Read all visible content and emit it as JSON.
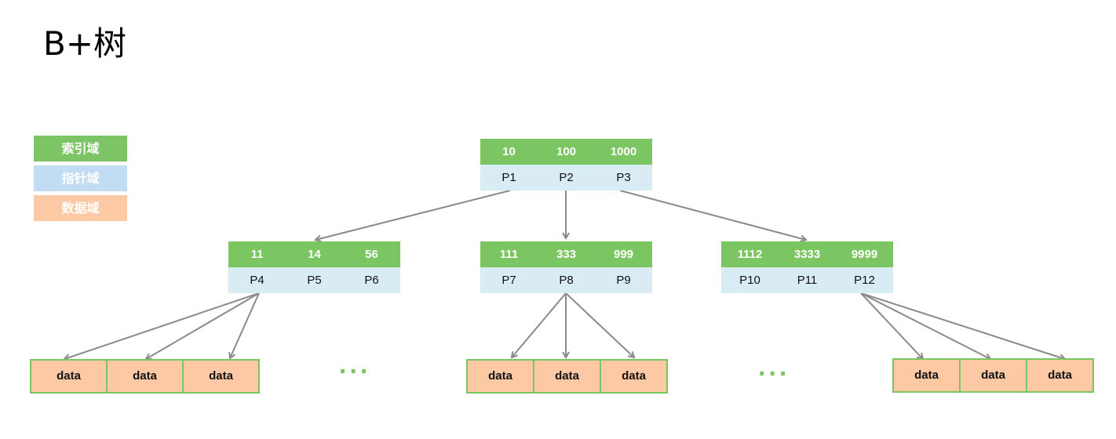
{
  "title": "B+树",
  "legend": {
    "index": "索引域",
    "pointer": "指针域",
    "data": "数据域"
  },
  "root": {
    "keys": [
      "10",
      "100",
      "1000"
    ],
    "pointers": [
      "P1",
      "P2",
      "P3"
    ]
  },
  "children": [
    {
      "keys": [
        "11",
        "14",
        "56"
      ],
      "pointers": [
        "P4",
        "P5",
        "P6"
      ]
    },
    {
      "keys": [
        "111",
        "333",
        "999"
      ],
      "pointers": [
        "P7",
        "P8",
        "P9"
      ]
    },
    {
      "keys": [
        "1112",
        "3333",
        "9999"
      ],
      "pointers": [
        "P10",
        "P11",
        "P12"
      ]
    }
  ],
  "leaves": [
    [
      "data",
      "data",
      "data"
    ],
    [
      "data",
      "data",
      "data"
    ],
    [
      "data",
      "data",
      "data"
    ]
  ],
  "ellipsis": [
    "...",
    "..."
  ],
  "colors": {
    "index": "#7cc563",
    "pointer": "#d9ecf4",
    "data": "#fdc9a4",
    "arrow": "#8a8a8a"
  }
}
